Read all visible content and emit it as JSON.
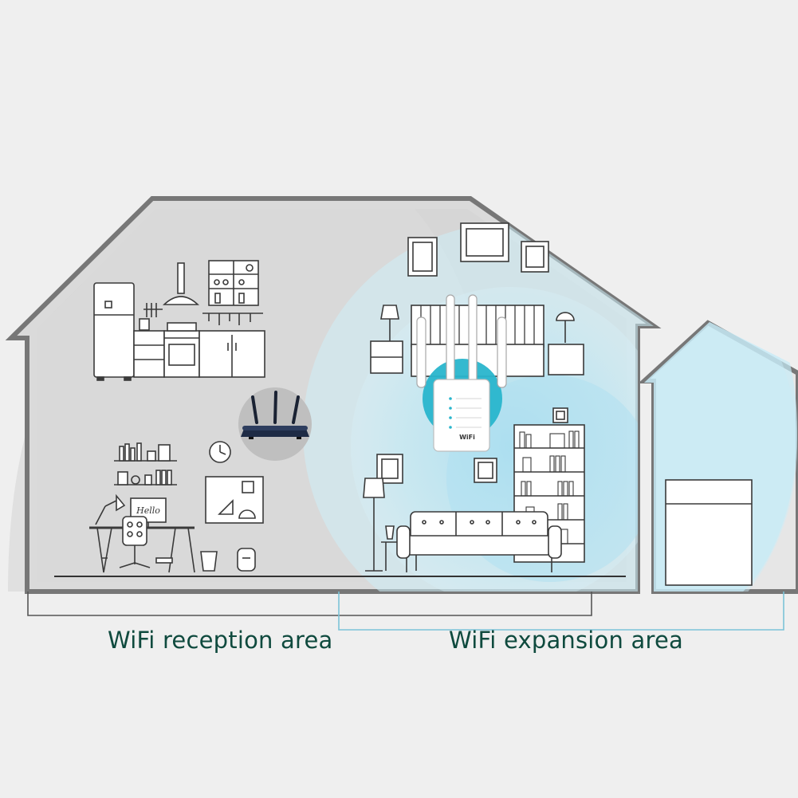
{
  "labels": {
    "reception": "WiFi reception area",
    "expansion": "WiFi expansion area"
  },
  "device_text": {
    "repeater_logo": "WiFi"
  },
  "board_text": "Hello",
  "colors": {
    "background": "#efefef",
    "house_outline": "#757575",
    "room_fill": "#dedede",
    "signal_blue": "#bfe8f4",
    "label_text": "#0f4a3e",
    "bracket_left": "#555555",
    "bracket_right": "#7cc3d8",
    "device_accent": "#29b5cc"
  }
}
